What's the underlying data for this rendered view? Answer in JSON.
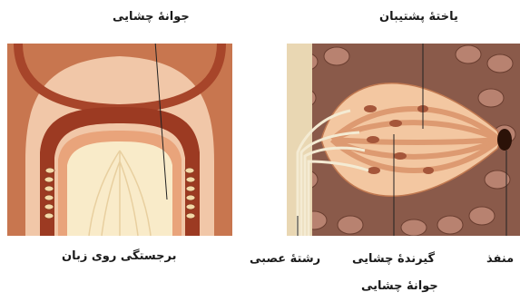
{
  "labels": {
    "papilla_top": "جوانهٔ چشایی",
    "papilla_caption": "برجستگی روی زبان",
    "supporting_cell": "یاختهٔ پشتیبان",
    "nerve_fiber": "رشتهٔ عصبی",
    "taste_receptor": "گیرندهٔ چشایی",
    "pore": "منفذ",
    "taste_bud_caption": "جوانهٔ چشایی"
  },
  "colors": {
    "papilla_outer": "#b5532f",
    "papilla_mid": "#e7a57c",
    "papilla_core": "#f8e8c6",
    "bud_body": "#f2c9a4",
    "bud_cell_dark": "#d58b63",
    "tissue": "#8a5a4a",
    "nerve": "#eee4c8"
  }
}
